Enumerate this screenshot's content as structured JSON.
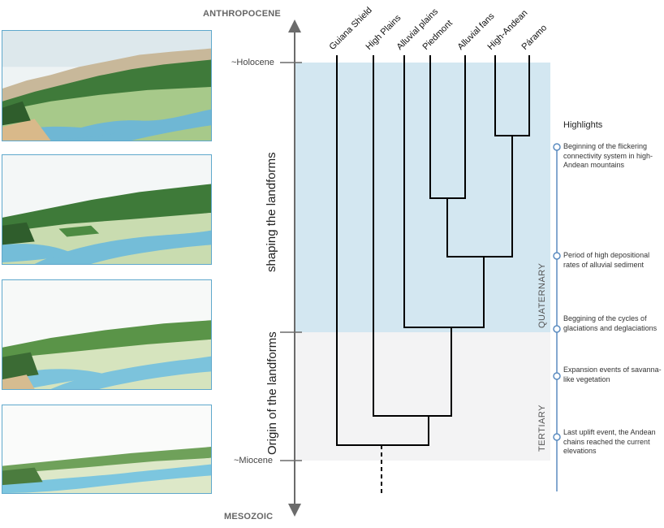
{
  "timeline": {
    "top_era": "ANTHROPOCENE",
    "bottom_era": "MESOZOIC",
    "upper_epoch": "~Holocene",
    "lower_epoch": "~Miocene",
    "upper_phase": "shaping the landforms",
    "lower_phase": "Origin of the landforms",
    "upper_period": "QUATERNARY",
    "lower_period": "TERTIARY"
  },
  "tree": {
    "leaves": [
      "Guiana Shield",
      "High Plains",
      "Alluvial plains",
      "Piedmont",
      "Alluvial fans",
      "High-Andean",
      "Páramo"
    ]
  },
  "highlights": {
    "title": "Highlights",
    "items": [
      "Beginning of the flickering connectivity system in high-Andean mountains",
      "Period of high depositional rates of alluvial sediment",
      "Beggining of the cycles of glaciations  and deglaciations",
      "Expansion events of savanna-like vegetation",
      "Last uplift event, the Andean chains reached the current elevations"
    ]
  },
  "colors": {
    "quaternary_band": "#d3e7f1",
    "tertiary_band": "#f3f3f4",
    "panel_border": "#5fa8cc",
    "highlight_line": "#5b8cc0",
    "tree_line": "#000000",
    "arrow": "#6b6b6b"
  },
  "panels": [
    {
      "name": "holocene-landscape"
    },
    {
      "name": "late-landscape"
    },
    {
      "name": "mid-landscape"
    },
    {
      "name": "miocene-landscape"
    }
  ]
}
